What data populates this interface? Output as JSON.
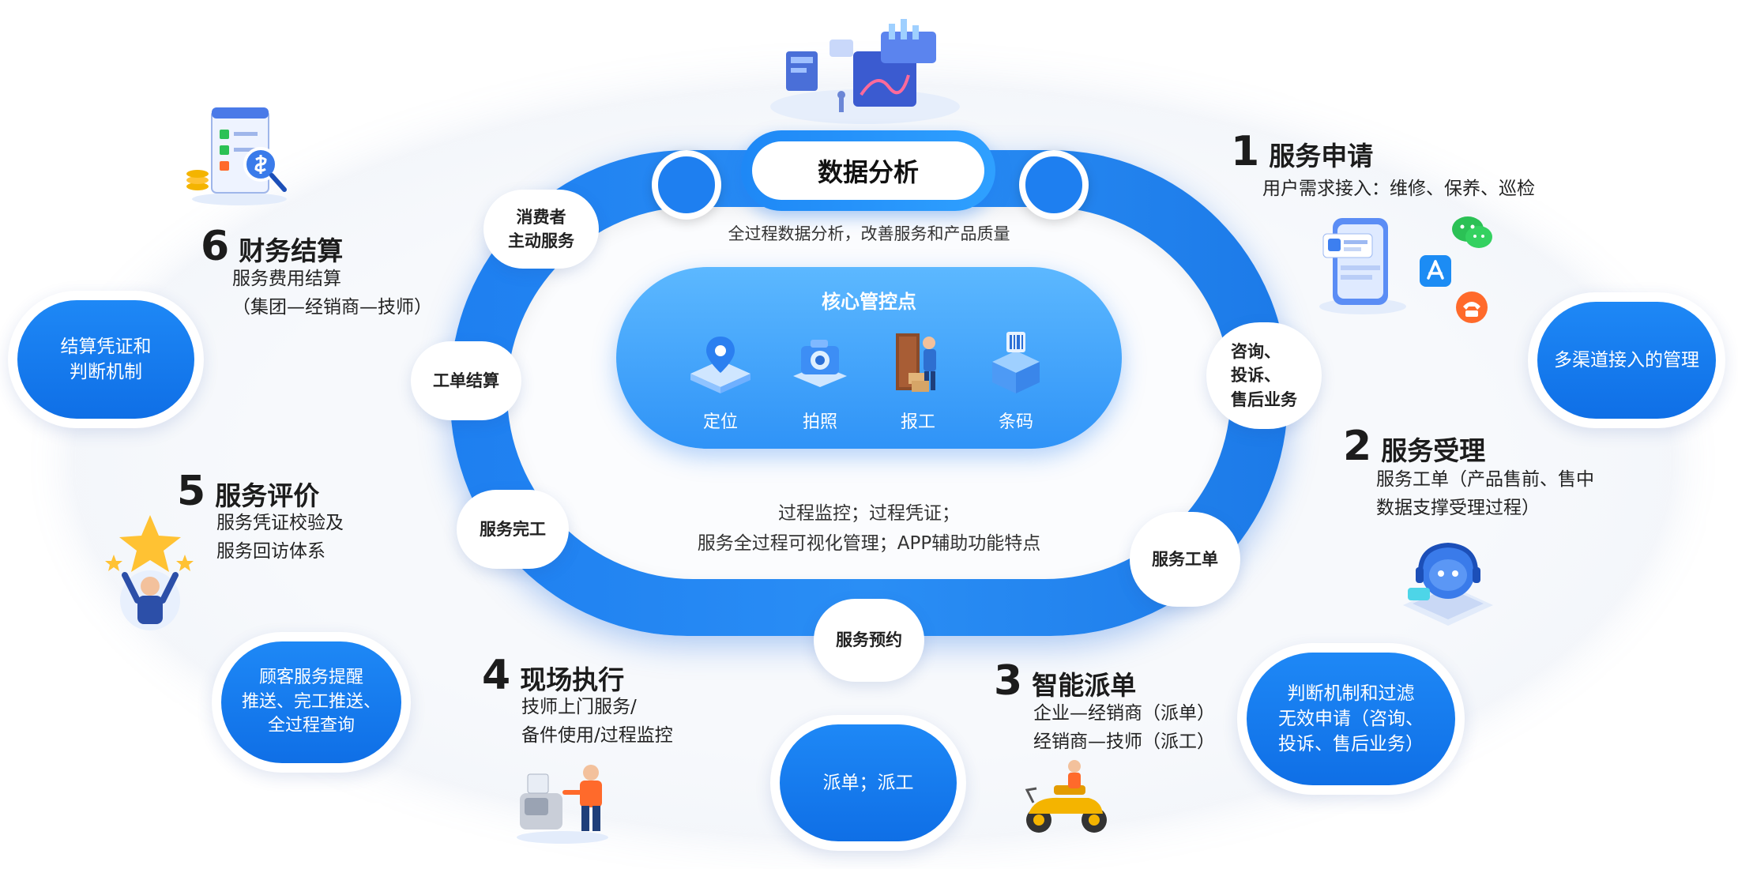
{
  "center": {
    "title": "数据分析",
    "subtitle": "全过程数据分析，改善服务和产品质量",
    "core_title": "核心管控点",
    "core_items": [
      "定位",
      "拍照",
      "报工",
      "条码"
    ],
    "bottom_text": "过程监控；过程凭证；\n服务全过程可视化管理；APP辅助功能特点"
  },
  "ring_labels": {
    "consumer": "消费者\n主动服务",
    "settlement": "工单结算",
    "complete": "服务完工",
    "booking": "服务预约",
    "workorder": "服务工单",
    "consult": "咨询、\n投诉、\n售后业务"
  },
  "steps": [
    {
      "num": "1",
      "title": "服务申请",
      "desc": "用户需求接入：维修、保养、巡检"
    },
    {
      "num": "2",
      "title": "服务受理",
      "desc": "服务工单（产品售前、售中\n数据支撑受理过程）"
    },
    {
      "num": "3",
      "title": "智能派单",
      "desc": "企业—经销商（派单）\n经销商—技师（派工）"
    },
    {
      "num": "4",
      "title": "现场执行",
      "desc": "技师上门服务/\n备件使用/过程监控"
    },
    {
      "num": "5",
      "title": "服务评价",
      "desc": "服务凭证校验及\n服务回访体系"
    },
    {
      "num": "6",
      "title": "财务结算",
      "desc": "服务费用结算\n（集团—经销商—技师）"
    }
  ],
  "outer_pills": {
    "multichannel": "多渠道接入的管理",
    "filter": "判断机制和过滤\n无效申请（咨询、\n投诉、售后业务）",
    "dispatch": "派单；派工",
    "reminder": "顾客服务提醒\n推送、完工推送、\n全过程查询",
    "settlement_proof": "结算凭证和\n判断机制"
  },
  "colors": {
    "primary": "#1e88f6",
    "accent": "#0f6fe6",
    "light": "#5cb8ff",
    "orange": "#ff6a2b",
    "green": "#2bc155"
  },
  "icons": [
    "data-dashboard-icon",
    "finance-bill-icon",
    "star-user-icon",
    "technician-icon",
    "scooter-icon",
    "headset-icon",
    "phone-app-icon",
    "wechat-icon",
    "app-store-icon",
    "telephone-icon",
    "location-icon",
    "camera-icon",
    "report-icon",
    "barcode-icon"
  ]
}
